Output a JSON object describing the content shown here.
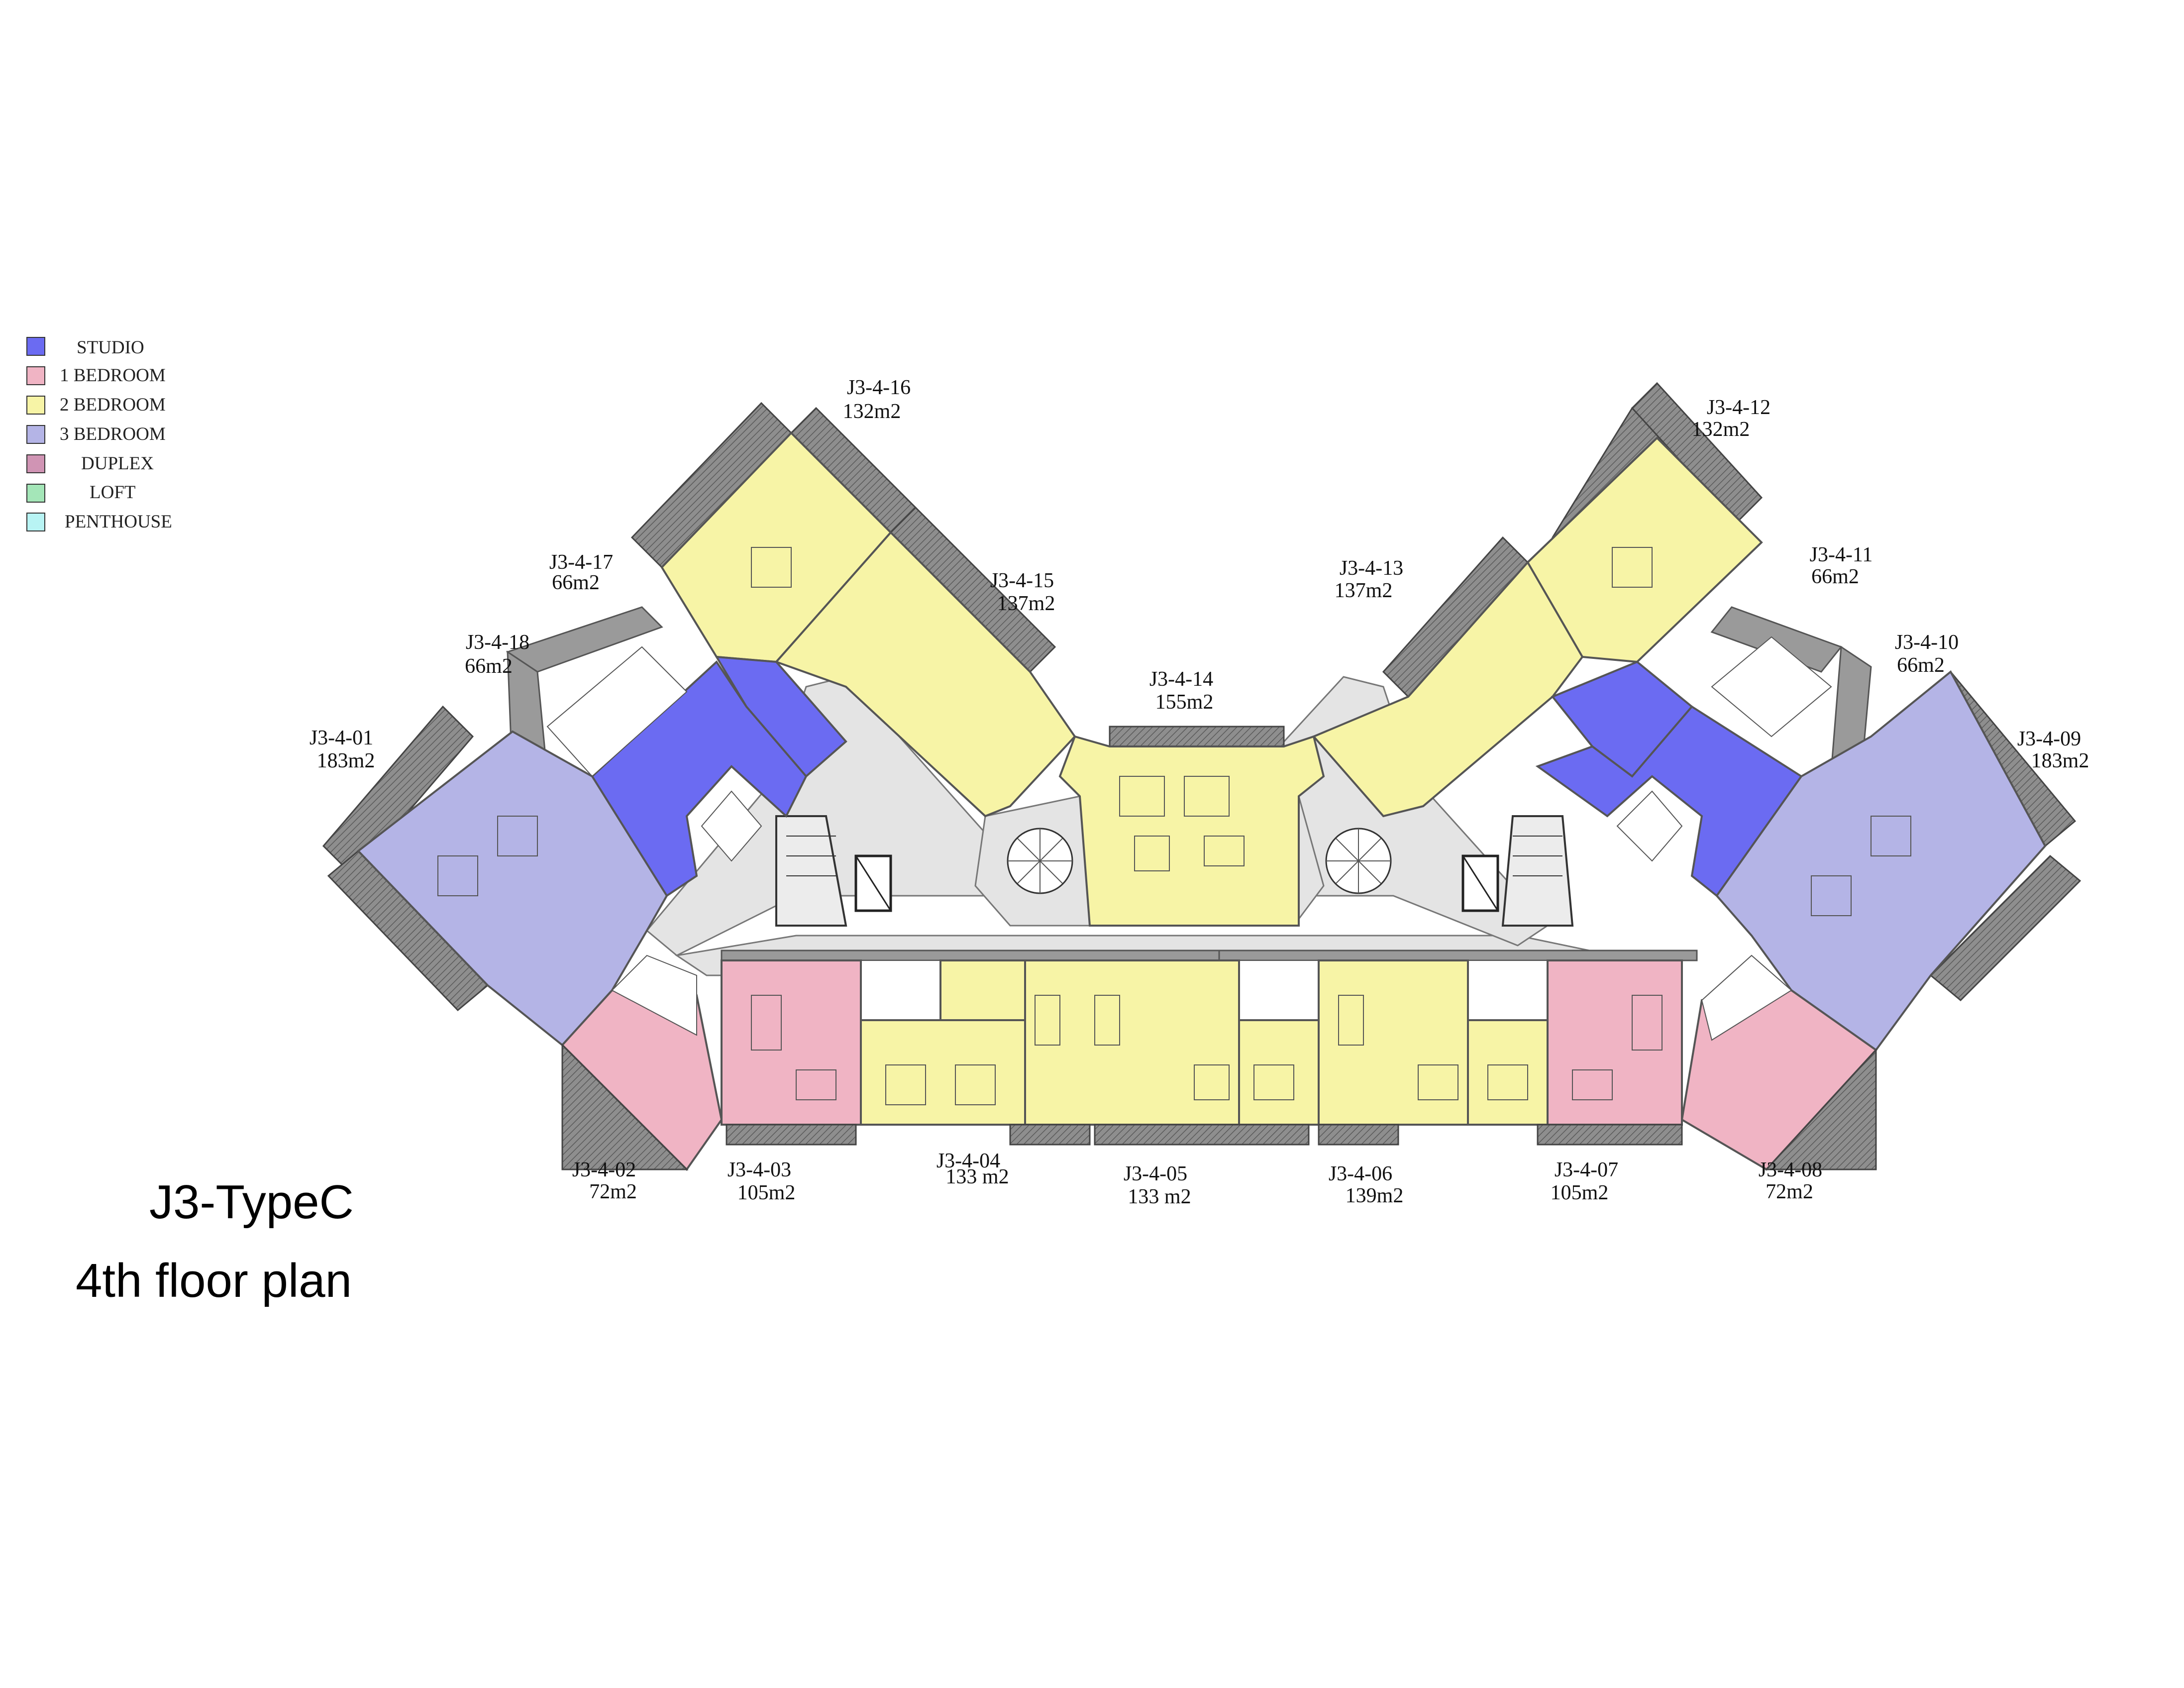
{
  "title": {
    "line1": "J3-TypeC",
    "line2": "4th floor plan"
  },
  "legend": [
    {
      "label": "STUDIO",
      "color": "#6b6bf2"
    },
    {
      "label": "1 BEDROOM",
      "color": "#f0b4c4"
    },
    {
      "label": "2 BEDROOM",
      "color": "#f7f4a6"
    },
    {
      "label": "3 BEDROOM",
      "color": "#b4b4e6"
    },
    {
      "label": "DUPLEX",
      "color": "#d094b4"
    },
    {
      "label": "LOFT",
      "color": "#a4e6b8"
    },
    {
      "label": "PENTHOUSE",
      "color": "#b8f4f4"
    }
  ],
  "units": [
    {
      "id": "J3-4-01",
      "area": "183m2",
      "type": "3 BEDROOM"
    },
    {
      "id": "J3-4-02",
      "area": "72m2",
      "type": "1 BEDROOM"
    },
    {
      "id": "J3-4-03",
      "area": "105m2",
      "type": "1 BEDROOM"
    },
    {
      "id": "J3-4-04",
      "area": "133 m2",
      "type": "2 BEDROOM"
    },
    {
      "id": "J3-4-05",
      "area": "133 m2",
      "type": "2 BEDROOM"
    },
    {
      "id": "J3-4-06",
      "area": "139m2",
      "type": "2 BEDROOM"
    },
    {
      "id": "J3-4-07",
      "area": "105m2",
      "type": "1 BEDROOM"
    },
    {
      "id": "J3-4-08",
      "area": "72m2",
      "type": "1 BEDROOM"
    },
    {
      "id": "J3-4-09",
      "area": "183m2",
      "type": "3 BEDROOM"
    },
    {
      "id": "J3-4-10",
      "area": "66m2",
      "type": "STUDIO"
    },
    {
      "id": "J3-4-11",
      "area": "66m2",
      "type": "STUDIO"
    },
    {
      "id": "J3-4-12",
      "area": "132m2",
      "type": "2 BEDROOM"
    },
    {
      "id": "J3-4-13",
      "area": "137m2",
      "type": "2 BEDROOM"
    },
    {
      "id": "J3-4-14",
      "area": "155m2",
      "type": "2 BEDROOM"
    },
    {
      "id": "J3-4-15",
      "area": "137m2",
      "type": "2 BEDROOM"
    },
    {
      "id": "J3-4-16",
      "area": "132m2",
      "type": "2 BEDROOM"
    },
    {
      "id": "J3-4-17",
      "area": "66m2",
      "type": "STUDIO"
    },
    {
      "id": "J3-4-18",
      "area": "66m2",
      "type": "STUDIO"
    }
  ]
}
